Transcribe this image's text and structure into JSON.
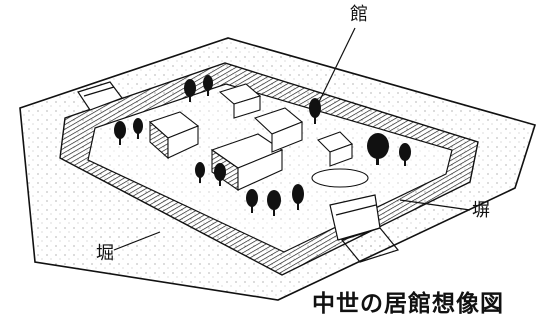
{
  "labels": {
    "mansion": "館",
    "fence": "塀",
    "moat": "堀"
  },
  "caption": "中世の居館想像図",
  "colors": {
    "ink": "#111111",
    "paper": "#ffffff"
  }
}
